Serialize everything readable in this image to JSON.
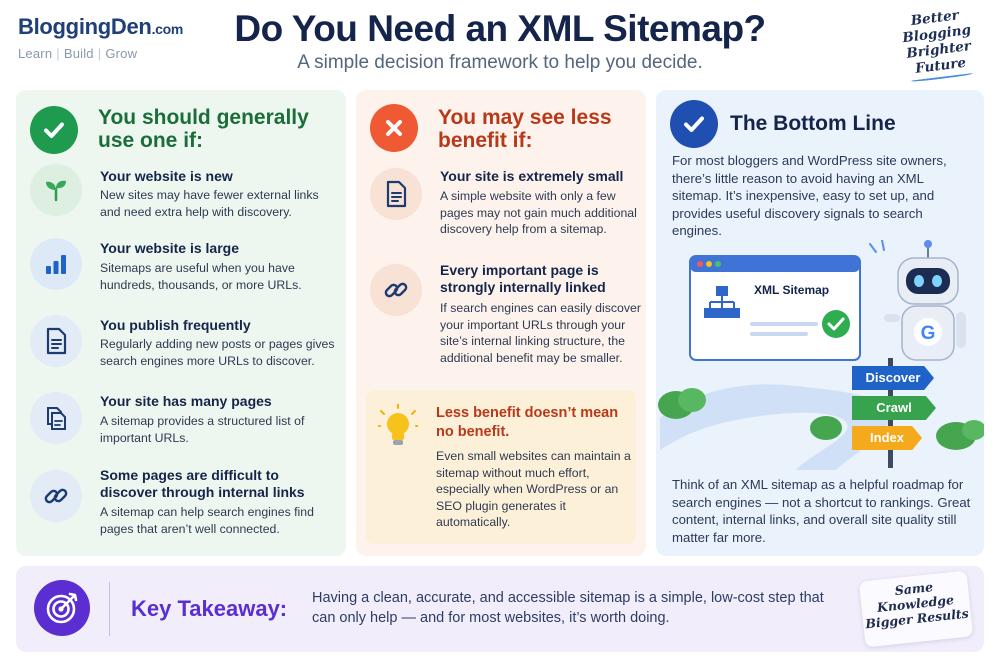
{
  "brand": {
    "name": "BloggingDen",
    "suffix": ".com",
    "tag1": "Learn",
    "tag2": "Build",
    "tag3": "Grow",
    "separator": "|"
  },
  "header": {
    "title": "Do You Need an XML Sitemap?",
    "subtitle": "A simple decision framework to help you decide.",
    "corner_note": [
      "Better",
      "Blogging",
      "Brighter",
      "Future"
    ]
  },
  "colors": {
    "green": "#1e9b4f",
    "orange": "#ef5a34",
    "blue": "#1f4fb0",
    "purple": "#5a2ed0"
  },
  "use_panel": {
    "icon": "check-icon",
    "title_line1": "You should generally",
    "title_line2": "use one if:",
    "items": [
      {
        "icon": "sprout-icon",
        "title": "Your website is new",
        "desc": "New sites may have fewer external links and need extra help with discovery."
      },
      {
        "icon": "bar-chart-icon",
        "title": "Your website is large",
        "desc": "Sitemaps are useful when you have hundreds, thousands, or more URLs."
      },
      {
        "icon": "document-icon",
        "title": "You publish frequently",
        "desc": "Regularly adding new posts or pages gives search engines more URLs to discover."
      },
      {
        "icon": "pages-icon",
        "title": "Your site has many pages",
        "desc": "A sitemap provides a structured list of important URLs."
      },
      {
        "icon": "link-icon",
        "title": "Some pages are difficult to discover through internal links",
        "desc": "A sitemap can help search engines find pages that aren’t well connected."
      }
    ]
  },
  "less_panel": {
    "icon": "x-icon",
    "title_line1": "You may see less",
    "title_line2": "benefit if:",
    "items": [
      {
        "icon": "document-icon",
        "title": "Your site is extremely small",
        "desc": "A simple website with only a few pages may not gain much additional discovery help from a sitemap."
      },
      {
        "icon": "link-icon",
        "title": "Every important page is strongly internally linked",
        "desc": "If search engines can easily discover your important URLs through your site’s internal linking structure, the additional benefit may be smaller."
      }
    ],
    "callout": {
      "icon": "lightbulb-icon",
      "title": "Less benefit doesn’t mean no benefit.",
      "desc": "Even small websites can maintain a sitemap without much effort, especially when WordPress or an SEO plugin generates it automatically."
    }
  },
  "bottom_line": {
    "icon": "check-icon",
    "title": "The Bottom Line",
    "para1": "For most bloggers and WordPress site owners, there’s little reason to avoid having an XML sitemap. It’s inexpensive, easy to set up, and provides useful discovery signals to search engines.",
    "illustration": {
      "window_label": "XML Sitemap",
      "signs": [
        "Discover",
        "Crawl",
        "Index"
      ],
      "robot_badge": "G"
    },
    "para2": "Think of an XML sitemap as a helpful roadmap for search engines — not a shortcut to rankings. Great content, internal links, and overall site quality still matter far more."
  },
  "takeaway": {
    "icon": "target-icon",
    "label": "Key Takeaway:",
    "text": "Having a clean, accurate, and accessible sitemap is a simple, low-cost step that can only help — and for most websites, it’s worth doing.",
    "note": [
      "Same",
      "Knowledge",
      "Bigger Results"
    ]
  }
}
